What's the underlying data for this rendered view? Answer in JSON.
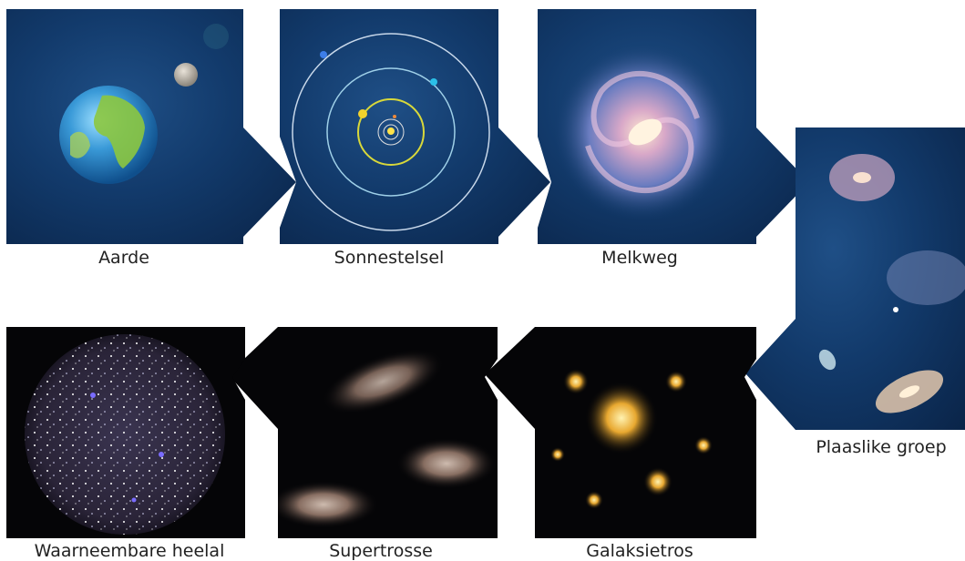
{
  "stages": [
    {
      "id": "aarde",
      "label": "Aarde"
    },
    {
      "id": "sonnestelsel",
      "label": "Sonnestelsel"
    },
    {
      "id": "melkweg",
      "label": "Melkweg"
    },
    {
      "id": "plaaslike",
      "label": "Plaaslike groep"
    },
    {
      "id": "galaksietros",
      "label": "Galaksietros"
    },
    {
      "id": "supertrosse",
      "label": "Supertrosse"
    },
    {
      "id": "heelal",
      "label": "Waarneembare heelal"
    }
  ],
  "colors": {
    "space_blue": "#133e70",
    "space_black": "#050507",
    "orbit_yellow": "#d8d83a",
    "orbit_light": "#9fd0e8"
  }
}
